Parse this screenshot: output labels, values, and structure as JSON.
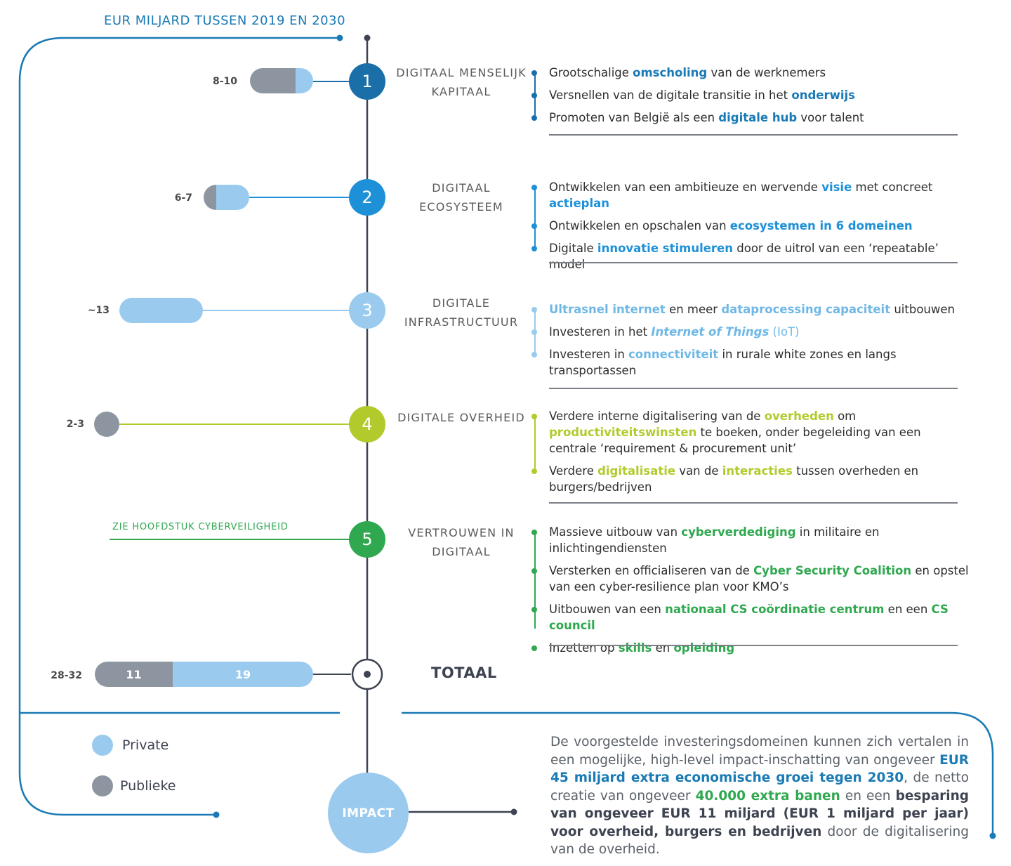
{
  "header": {
    "title": "EUR MILJARD TUSSEN 2019 EN 2030"
  },
  "colors": {
    "public": "#8d96a0",
    "private": "#9acbee",
    "d1": "#1a6fa8",
    "d2": "#1e90d8",
    "d3": "#9acbee",
    "d4": "#b3ca2d",
    "d5": "#2fa84f",
    "spine": "#3d4350"
  },
  "domains": [
    {
      "number": "1",
      "title_line1": "DIGITAAL MENSELIJK",
      "title_line2": "KAPITAAL",
      "amount": "8-10",
      "bullets": [
        {
          "pre": "Grootschalige ",
          "hl": "omscholing",
          "post": " van de werknemers"
        },
        {
          "pre": "Versnellen van de digitale transitie in het ",
          "hl": "onderwijs",
          "post": ""
        },
        {
          "pre": "Promoten van België als een ",
          "hl": "digitale hub",
          "post": " voor talent"
        }
      ]
    },
    {
      "number": "2",
      "title_line1": "DIGITAAL",
      "title_line2": "ECOSYSTEEM",
      "amount": "6-7",
      "bullets": [
        {
          "pre": "Ontwikkelen van een ambitieuze en wervende ",
          "hl": "visie",
          "mid": " met concreet ",
          "hl2": "actieplan",
          "post": ""
        },
        {
          "pre": "Ontwikkelen en opschalen van ",
          "hl": "ecosystemen in 6 domeinen",
          "post": ""
        },
        {
          "pre": "Digitale ",
          "hl": "innovatie stimuleren",
          "post": " door de uitrol van een ‘repeatable’ model"
        }
      ]
    },
    {
      "number": "3",
      "title_line1": "DIGITALE",
      "title_line2": "INFRASTRUCTUUR",
      "amount": "~13",
      "bullets": [
        {
          "pre": "",
          "hl": "Ultrasnel internet",
          "mid": " en meer ",
          "hl2": "dataprocessing capaciteit",
          "post": " uitbouwen"
        },
        {
          "pre": "Investeren in het ",
          "hl": "Internet of Things",
          "post": " (IoT)"
        },
        {
          "pre": "Investeren in ",
          "hl": "connectiviteit",
          "post": " in rurale white zones en langs transportassen"
        }
      ]
    },
    {
      "number": "4",
      "title_line1": "DIGITALE OVERHEID",
      "title_line2": "",
      "amount": "2-3",
      "bullets": [
        {
          "pre": "Verdere interne digitalisering van de ",
          "hl": "overheden",
          "mid": " om ",
          "hl2": "productiviteitswinsten",
          "post": " te boeken, onder begeleiding van een centrale ‘requirement & procurement unit’"
        },
        {
          "pre": "Verdere ",
          "hl": "digitalisatie",
          "mid": " van de ",
          "hl2": "interacties",
          "post": " tussen overheden en burgers/bedrijven"
        }
      ]
    },
    {
      "number": "5",
      "title_line1": "VERTROUWEN IN",
      "title_line2": "DIGITAAL",
      "amount": "",
      "note": "ZIE HOOFDSTUK CYBERVEILIGHEID",
      "bullets": [
        {
          "pre": "Massieve uitbouw van ",
          "hl": "cyberverdediging",
          "post": " in militaire en inlichtingendiensten"
        },
        {
          "pre": "Versterken en officialiseren van de ",
          "hl": "Cyber Security Coalition",
          "post": " en opstel van een cyber-resilience plan voor KMO’s"
        },
        {
          "pre": "Uitbouwen van een ",
          "hl": "nationaal CS coördinatie centrum",
          "mid": " en een ",
          "hl2": "CS council",
          "post": ""
        },
        {
          "pre": "Inzetten op ",
          "hl": "skills",
          "mid": " en ",
          "hl2": "opleiding",
          "post": ""
        }
      ]
    }
  ],
  "totaal": {
    "label": "TOTAAL",
    "amount": "28-32",
    "public_value": "11",
    "private_value": "19"
  },
  "legend": {
    "private": "Private",
    "public": "Publieke"
  },
  "impact": {
    "label": "IMPACT",
    "t1": "De voorgestelde investeringsdomeinen kunnen zich vertalen in een mogelijke, high-level impact-inschatting van ongeveer ",
    "b1": "EUR 45 miljard extra economische groei tegen 2030",
    "t2": ", de netto creatie van ongeveer ",
    "b2": "40.000 extra banen",
    "t3": " en een ",
    "b3": "besparing van ongeveer EUR 11 miljard (EUR 1 miljard per jaar) voor overheid, burgers en bedrijven",
    "t4": " door de digitalisering van de overheid."
  }
}
